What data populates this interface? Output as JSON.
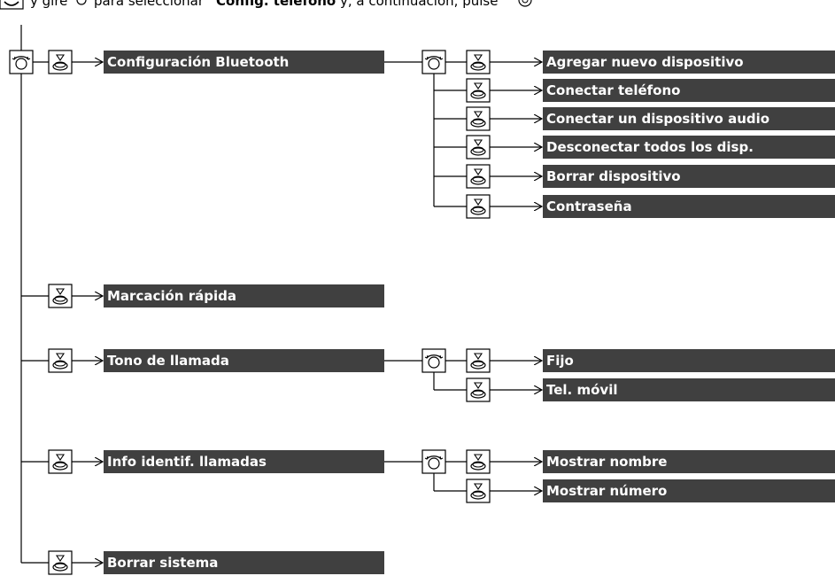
{
  "header": {
    "text_before": "y gire",
    "text_mid": "para seleccionar",
    "bold": "Config. teléfono",
    "text_after": "y, a continuación, pulse",
    "phone_icon": "phone-icon",
    "rotate_icon": "interface-dial-rotate-icon",
    "press_icon": "interface-dial-press-icon"
  },
  "icons": {
    "rotate": "interface-dial-rotate-icon",
    "press": "interface-dial-press-icon"
  },
  "colors": {
    "bar": "#404040",
    "bar_text": "#ffffff",
    "line": "#000000"
  },
  "level1": [
    "Configuración Bluetooth",
    "Marcación rápida",
    "Tono de llamada",
    "Info identif. llamadas",
    "Borrar sistema"
  ],
  "bluetooth_submenu": [
    "Agregar nuevo dispositivo",
    "Conectar teléfono",
    "Conectar un dispositivo audio",
    "Desconectar todos los disp.",
    "Borrar dispositivo",
    "Contraseña"
  ],
  "ringtone_submenu": [
    "Fijo",
    "Tel. móvil"
  ],
  "callerid_submenu": [
    "Mostrar nombre",
    "Mostrar número"
  ]
}
